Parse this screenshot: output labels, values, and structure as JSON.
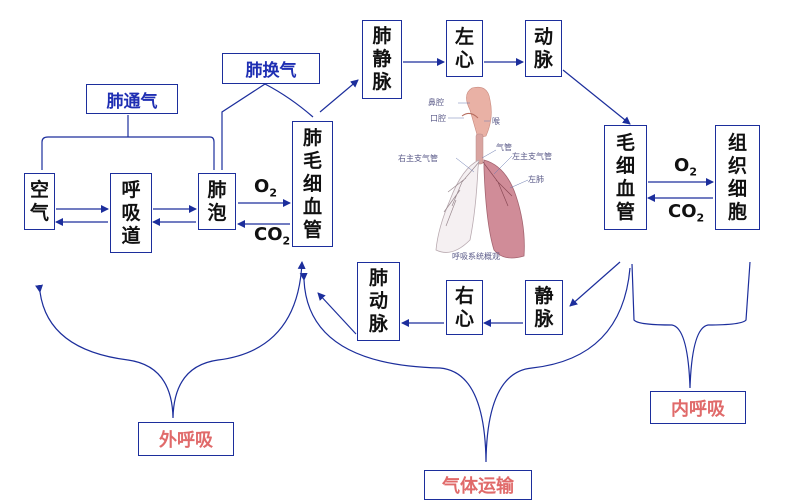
{
  "nodes": {
    "air": "空气",
    "airway": "呼吸道",
    "alveoli": "肺泡",
    "lung_capillary": "肺毛细血管",
    "pulmonary_vein": "肺静脉",
    "left_atrium": "左心",
    "artery": "动脉",
    "tissue_capillary": "毛细血管",
    "tissue_cell": "组织细胞",
    "vein": "静脉",
    "right_heart": "右心",
    "pulmonary_artery": "肺动脉"
  },
  "gases": {
    "o2_left": "O",
    "o2_left_sub": "2",
    "co2_left": "CO",
    "co2_left_sub": "2",
    "o2_right": "O",
    "o2_right_sub": "2",
    "co2_right": "CO",
    "co2_right_sub": "2"
  },
  "labels": {
    "ventilation": "肺通气",
    "gas_exchange": "肺换气",
    "external_respiration": "外呼吸",
    "internal_respiration": "内呼吸",
    "gas_transport": "气体运输"
  },
  "figure": {
    "nasal_cavity": "鼻腔",
    "oral_cavity": "口腔",
    "throat": "喉",
    "trachea": "气管",
    "right_bronchus": "右主支气管",
    "left_bronchus": "左主支气管",
    "left_lung": "左肺",
    "caption": "呼吸系统概观"
  },
  "colors": {
    "line": "#1c2e9c",
    "label_blue": "#1f2fb3",
    "label_red": "#e06a6a"
  }
}
